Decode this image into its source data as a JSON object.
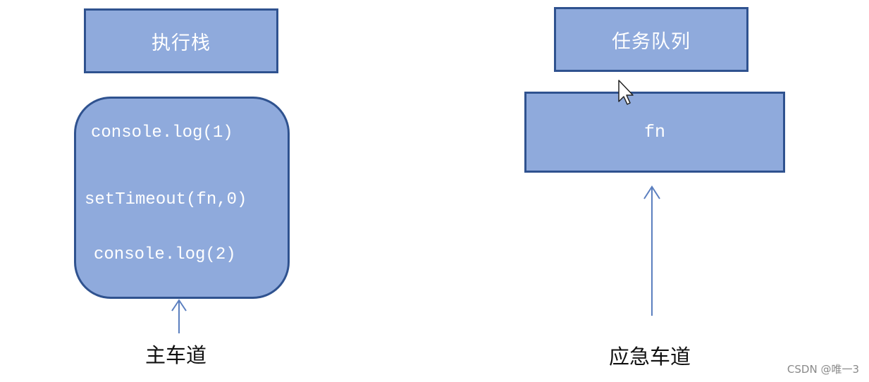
{
  "execution_stack": {
    "title": "执行栈",
    "items": [
      "console.log(1)",
      "setTimeout(fn,0)",
      "console.log(2)"
    ]
  },
  "task_queue": {
    "title": "任务队列",
    "items": [
      "fn"
    ]
  },
  "lanes": {
    "main": "主车道",
    "emergency": "应急车道"
  },
  "watermark": "CSDN @唯一3",
  "colors": {
    "box_fill": "#8faadc",
    "box_border": "#2f528f",
    "arrow": "#5b7fbf"
  }
}
